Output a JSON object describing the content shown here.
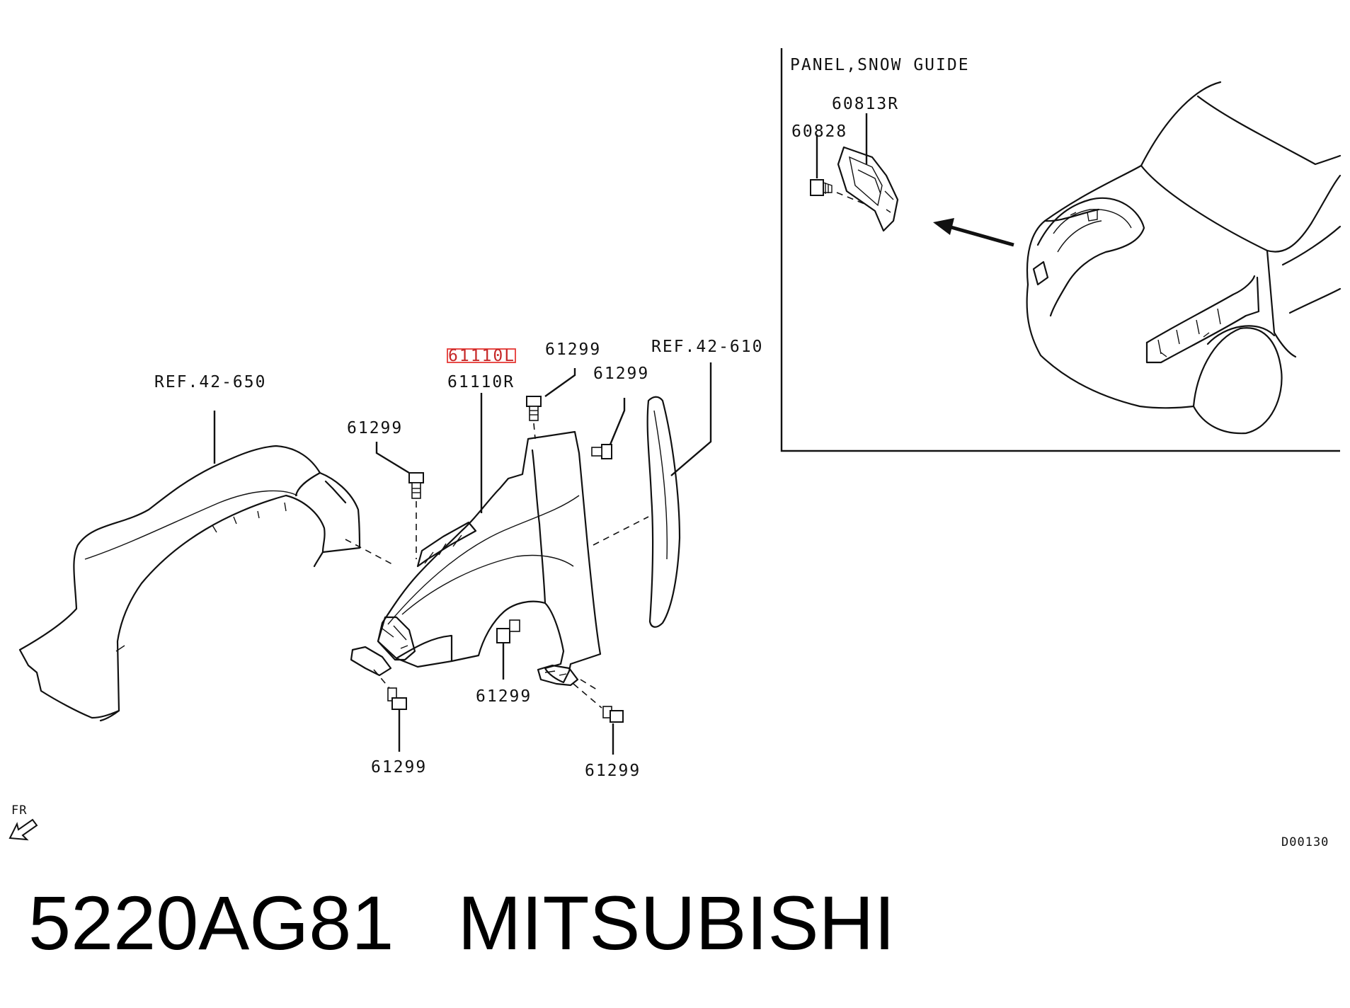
{
  "inset": {
    "title": "PANEL,SNOW GUIDE"
  },
  "labels": {
    "bracket_part": "60813R",
    "bracket_bolt": "60828",
    "fender_left": "61110L",
    "fender_right": "61110R",
    "ref_liner": "REF.42-650",
    "ref_trim": "REF.42-610",
    "bolt": "61299"
  },
  "footer": {
    "direction": "FR",
    "diagram_code": "D00130"
  },
  "caption": {
    "part_number": "5220AG81",
    "brand": "MITSUBISHI"
  },
  "colors": {
    "highlight": "#e53935",
    "line": "#111111"
  }
}
